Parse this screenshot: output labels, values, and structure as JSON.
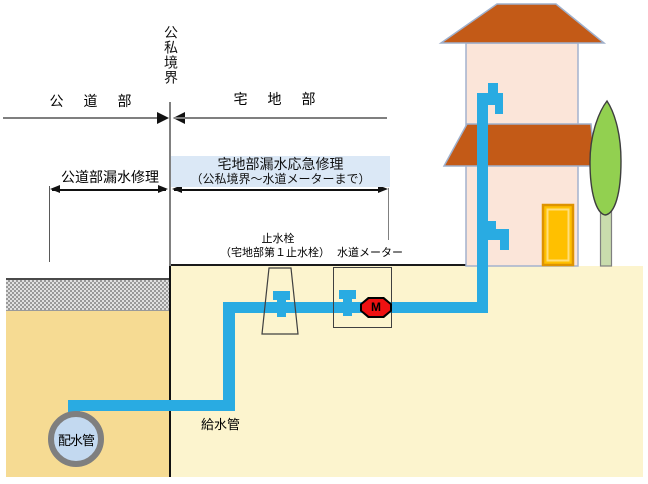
{
  "labels": {
    "boundary_vertical": "公私境界",
    "zone_left": "公　道　部",
    "zone_right": "宅　地　部",
    "repair_left": "公道部漏水修理",
    "repair_right_line1": "宅地部漏水応急修理",
    "repair_right_line2": "（公私境界～水道メーターまで）",
    "stop_valve_title": "止水栓",
    "stop_valve_sub": "（宅地部第１止水栓）",
    "water_meter": "水道メーター",
    "meter_mark": "M",
    "distribution_pipe": "配水管",
    "supply_pipe": "給水管"
  },
  "colors": {
    "pipe_blue": "#29ABE2",
    "roof_orange": "#C35A17",
    "wall_pink": "#FBE5D9",
    "door_amber": "#FFC000",
    "tree_green": "#92D050",
    "meter_red": "#EE1111",
    "soil_left_tan": "#F6DB93",
    "soil_right_cream": "#FCF4CE",
    "highlight_box_blue": "#DBE8F6"
  }
}
